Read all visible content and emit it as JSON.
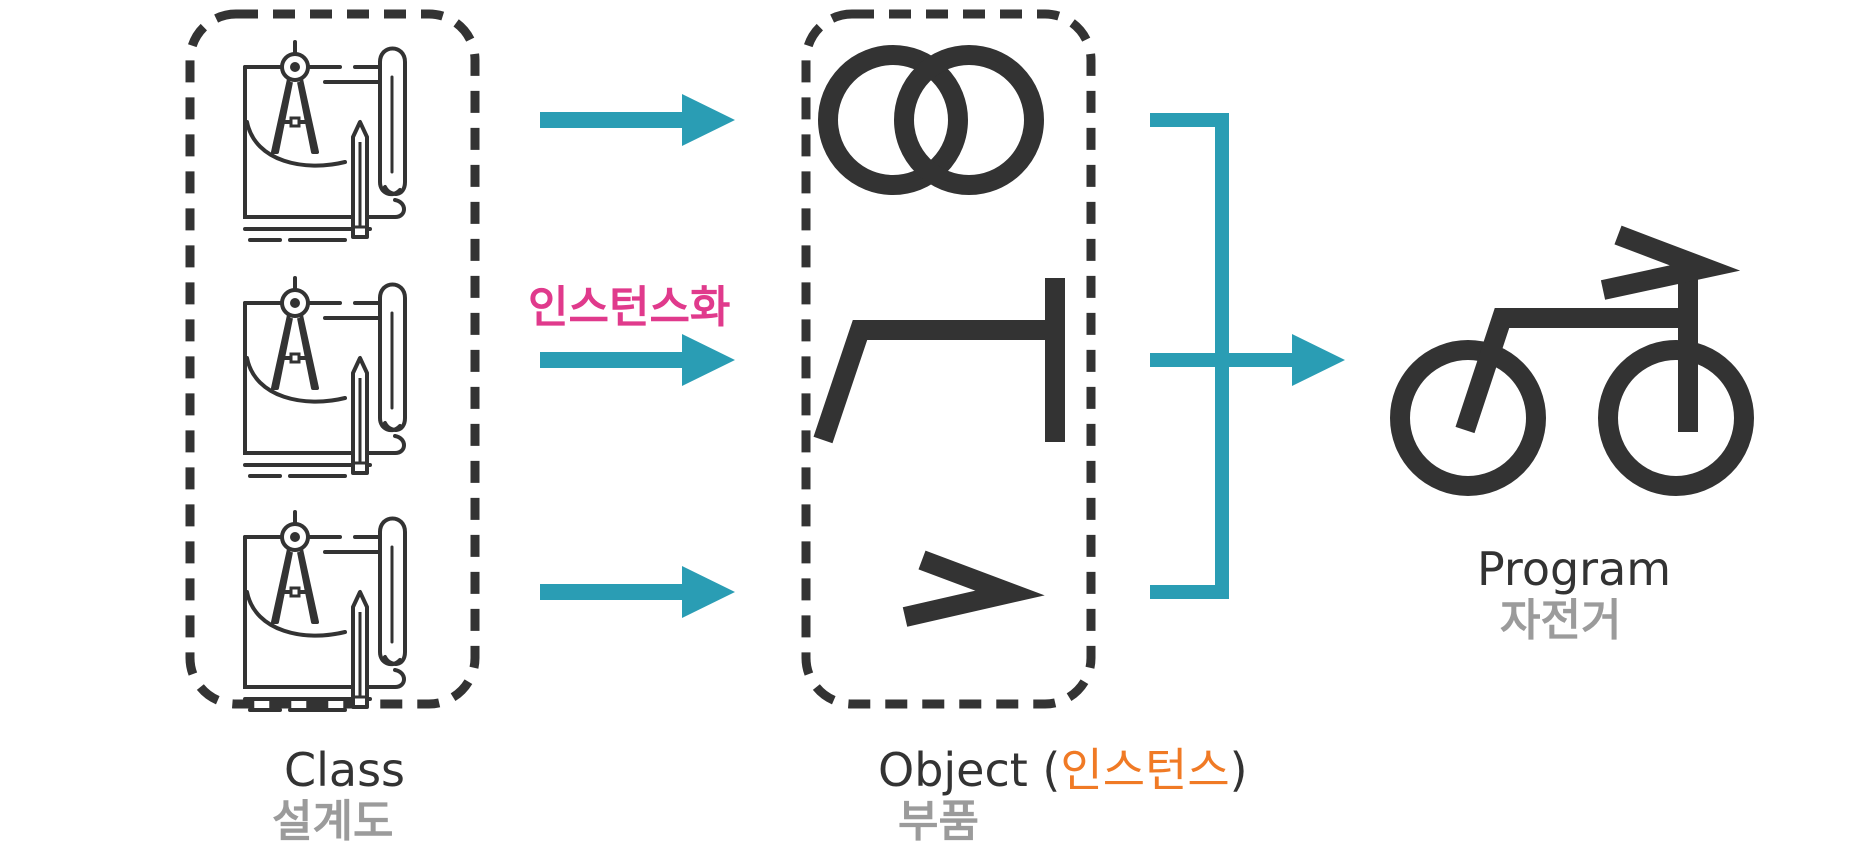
{
  "class_group": {
    "title": "Class",
    "subtitle": "설계도",
    "items": [
      {
        "icon": "blueprint-icon"
      },
      {
        "icon": "blueprint-icon"
      },
      {
        "icon": "blueprint-icon"
      }
    ]
  },
  "instantiation": {
    "label": "인스턴스화"
  },
  "object_group": {
    "title_prefix": "Object (",
    "title_highlight": "인스턴스",
    "title_suffix": ")",
    "subtitle": "부품",
    "items": [
      {
        "icon": "wheels-icon"
      },
      {
        "icon": "frame-icon"
      },
      {
        "icon": "handlebar-icon"
      }
    ]
  },
  "program": {
    "title": "Program",
    "subtitle": "자전거",
    "icon": "bicycle-icon"
  },
  "colors": {
    "arrow": "#2a9db4",
    "icon_stroke": "#333333",
    "instantiation_label": "#e03a8c",
    "instance_highlight": "#f07a25",
    "subtitle": "#9b9b9b"
  }
}
